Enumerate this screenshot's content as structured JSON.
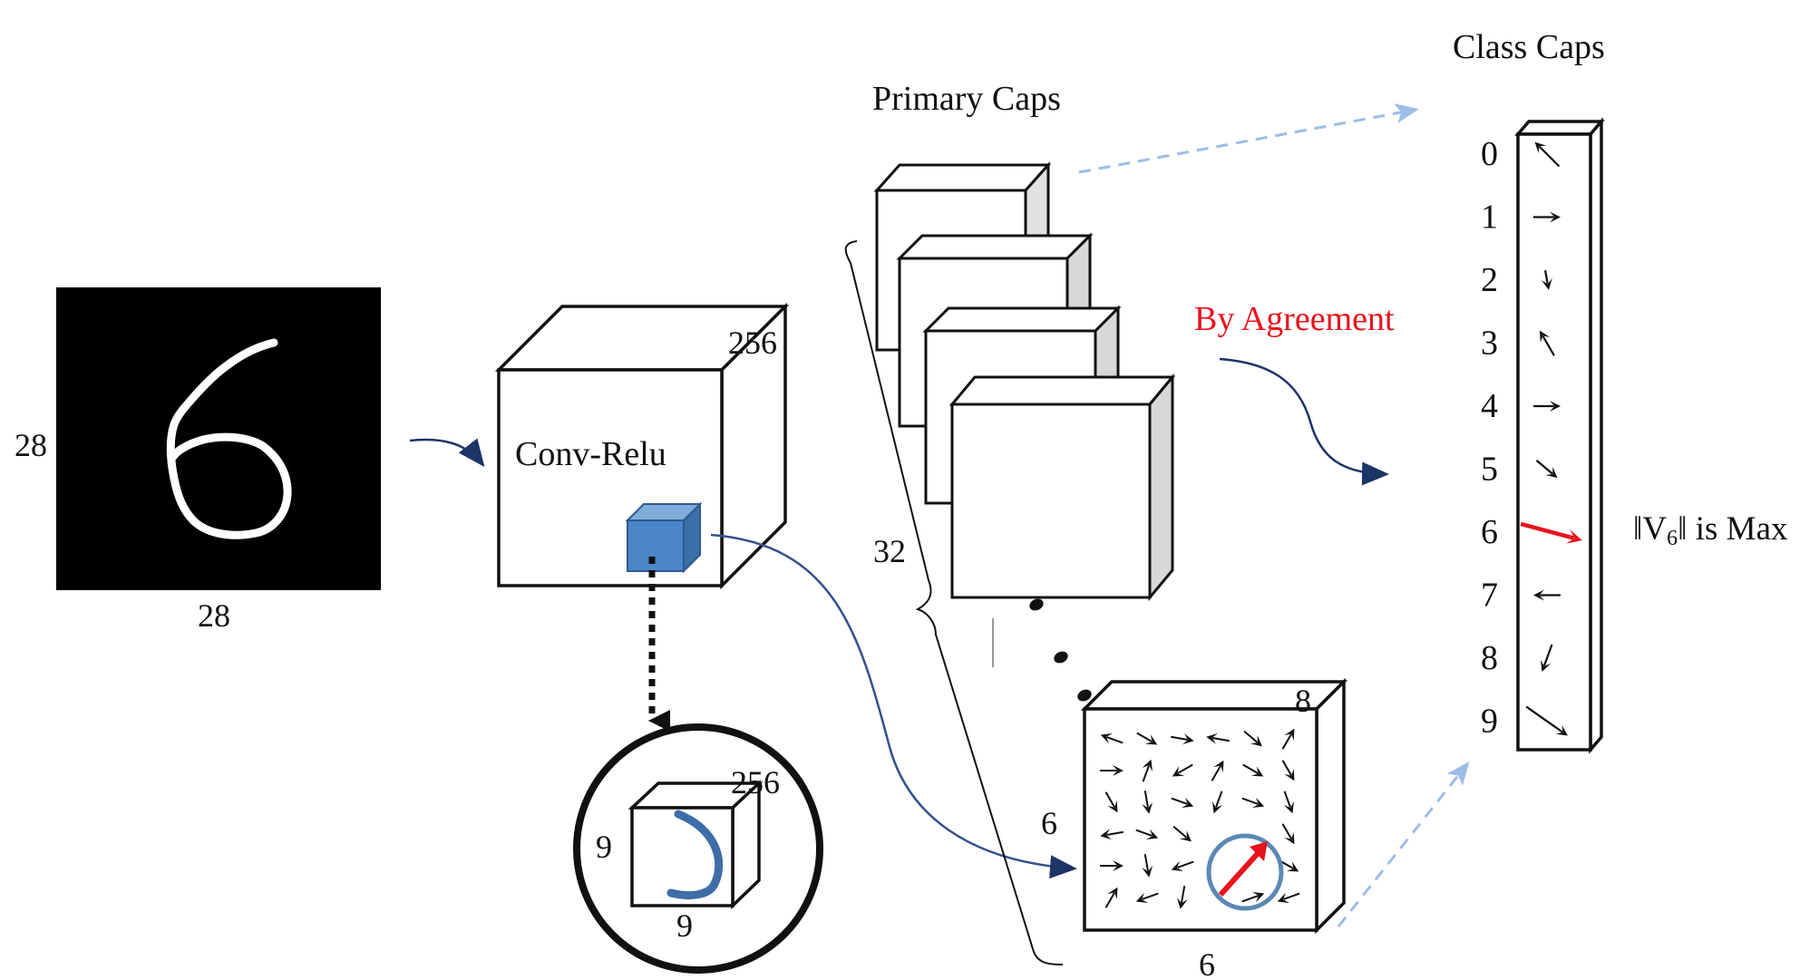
{
  "input": {
    "size_left": "28",
    "size_bottom": "28"
  },
  "conv": {
    "label": "Conv-Relu",
    "depth": "256",
    "kernel_depth": "256",
    "kernel_height": "9",
    "kernel_width": "9"
  },
  "primary": {
    "title": "Primary Caps",
    "count": "32",
    "grid_depth": "8",
    "grid_height": "6",
    "grid_width": "6"
  },
  "class_caps": {
    "title": "Class Caps",
    "digits": [
      "0",
      "1",
      "2",
      "3",
      "4",
      "5",
      "6",
      "7",
      "8",
      "9"
    ],
    "max_note_prefix": "‖V",
    "max_note_sub": "6",
    "max_note_suffix": "‖ is Max"
  },
  "routing": {
    "label": "By Agreement"
  },
  "colors": {
    "accent_red": "#e8141c",
    "navy": "#1c3466",
    "light_blue": "#9dbde6",
    "kernel_blue": "#4a86c8",
    "stroke_blue": "#3e6da8"
  }
}
